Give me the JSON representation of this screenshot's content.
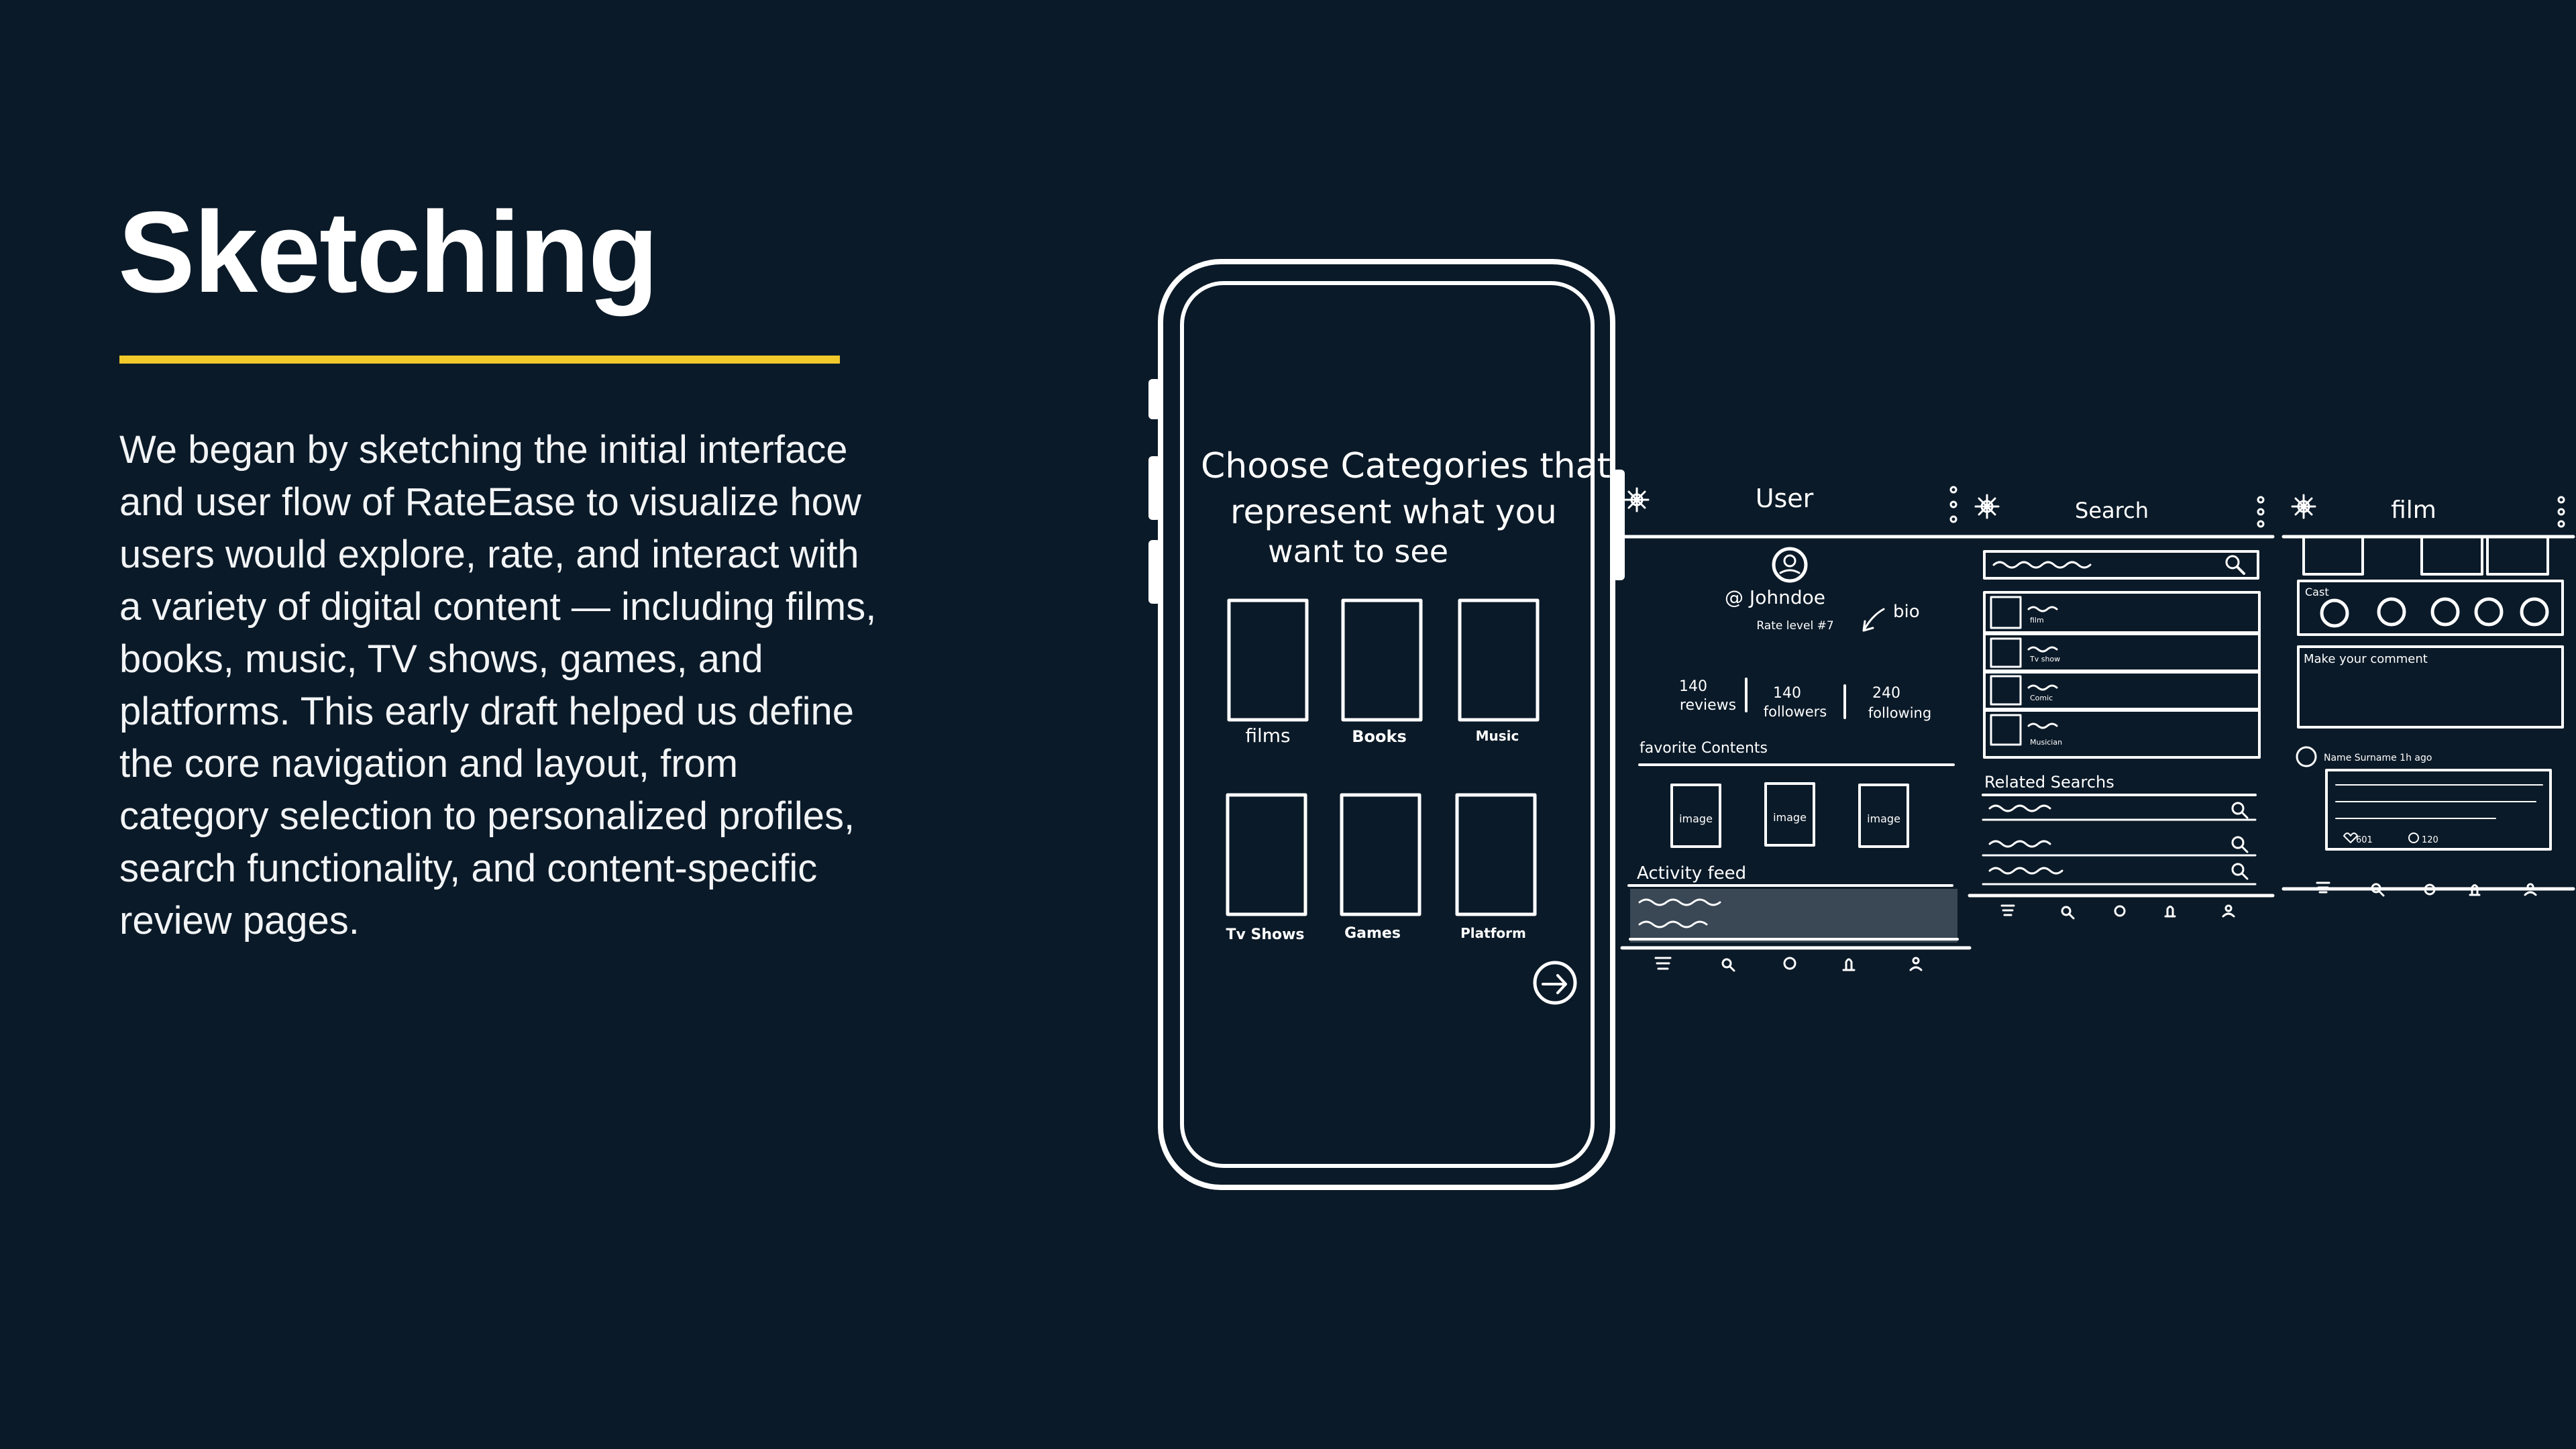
{
  "slide": {
    "title": "Sketching",
    "body": "We began by sketching the initial interface and user flow of RateEase to visualize how users would explore, rate, and interact with a variety of digital content — including films, books, music, TV shows, games, and platforms. This early draft helped us define the core navigation and layout, from category selection to personalized profiles, search functionality, and content-specific review pages.",
    "accent_color": "#f2c92b",
    "background_color": "#0b1a28"
  },
  "phone": {
    "heading_line1": "Choose  Categories that",
    "heading_line2": "represent what you",
    "heading_line3": "want to see",
    "categories": [
      "films",
      "Books",
      "Music",
      "Tv Shows",
      "Games",
      "Platform"
    ],
    "next_icon": "arrow-right-circle-icon"
  },
  "user_screen": {
    "title": "User",
    "handle": "@ Johndoe",
    "rate_level": "Rate level #7",
    "bio": "bio",
    "stats": [
      {
        "value": "140",
        "label": "reviews"
      },
      {
        "value": "140",
        "label": "followers"
      },
      {
        "value": "240",
        "label": "following"
      }
    ],
    "favorites_heading": "favorite Contents",
    "favorite_items": [
      "image",
      "image",
      "image"
    ],
    "activity_heading": "Activity feed"
  },
  "search_screen": {
    "title": "Search",
    "result_types": [
      "film",
      "Tv show",
      "Comic",
      "Musician"
    ],
    "related_heading": "Related Searchs"
  },
  "film_screen": {
    "title": "film",
    "cast_label": "Cast",
    "comment_placeholder": "Make your comment",
    "comment_meta": "Name  Surname  1h ago",
    "likes": "601",
    "replies": "120"
  },
  "nav_icons": [
    "home-icon",
    "search-icon",
    "compass-icon",
    "bell-icon",
    "profile-icon"
  ]
}
